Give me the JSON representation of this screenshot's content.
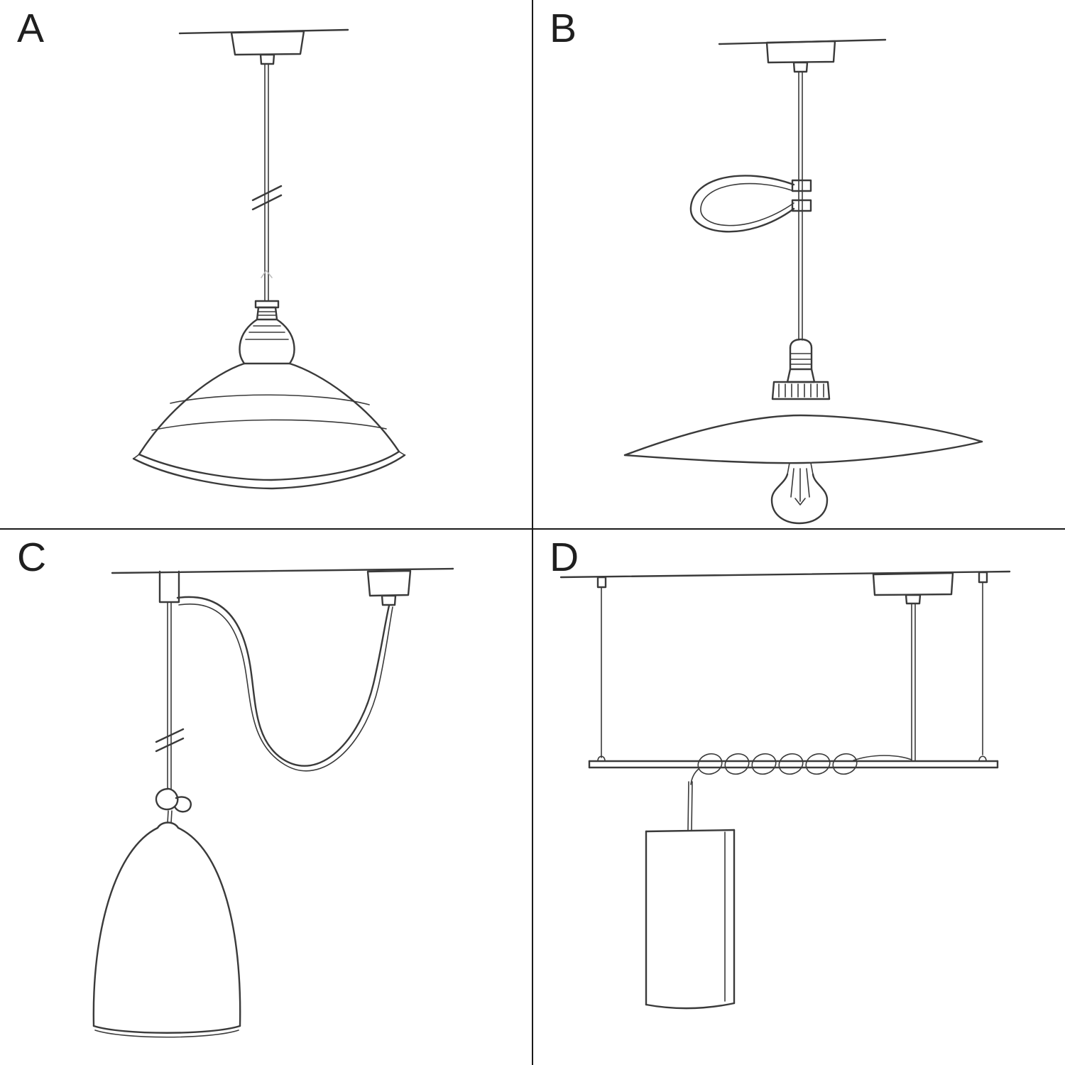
{
  "colors": {
    "background": "#ffffff",
    "ink": "#3a3a3a",
    "divider": "#1a1a1a",
    "label_text": "#1f1f1f"
  },
  "panels": [
    {
      "label": "A",
      "sketch": "pendant-cord-industrial-shade-sketch"
    },
    {
      "label": "B",
      "sketch": "pendant-swag-hook-flat-shade-exposed-bulb-sketch"
    },
    {
      "label": "C",
      "sketch": "swag-hook-pendant-bell-shade-sketch"
    },
    {
      "label": "D",
      "sketch": "suspended-bar-wrapped-cord-tube-pendant-sketch"
    }
  ]
}
